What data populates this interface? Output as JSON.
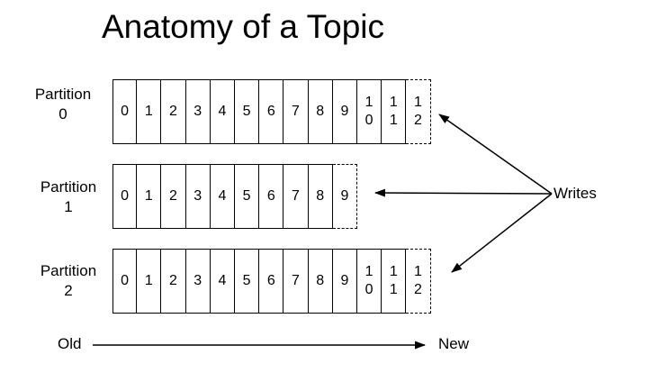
{
  "title": "Anatomy of a Topic",
  "partitions": [
    {
      "label_line1": "Partition",
      "label_line2": "0",
      "cells": [
        "0",
        "1",
        "2",
        "3",
        "4",
        "5",
        "6",
        "7",
        "8",
        "9",
        "10",
        "11"
      ],
      "next": "12"
    },
    {
      "label_line1": "Partition",
      "label_line2": "1",
      "cells": [
        "0",
        "1",
        "2",
        "3",
        "4",
        "5",
        "6",
        "7",
        "8"
      ],
      "next": "9"
    },
    {
      "label_line1": "Partition",
      "label_line2": "2",
      "cells": [
        "0",
        "1",
        "2",
        "3",
        "4",
        "5",
        "6",
        "7",
        "8",
        "9",
        "10",
        "11"
      ],
      "next": "12"
    }
  ],
  "writes_label": "Writes",
  "timeline": {
    "start": "Old",
    "end": "New"
  }
}
